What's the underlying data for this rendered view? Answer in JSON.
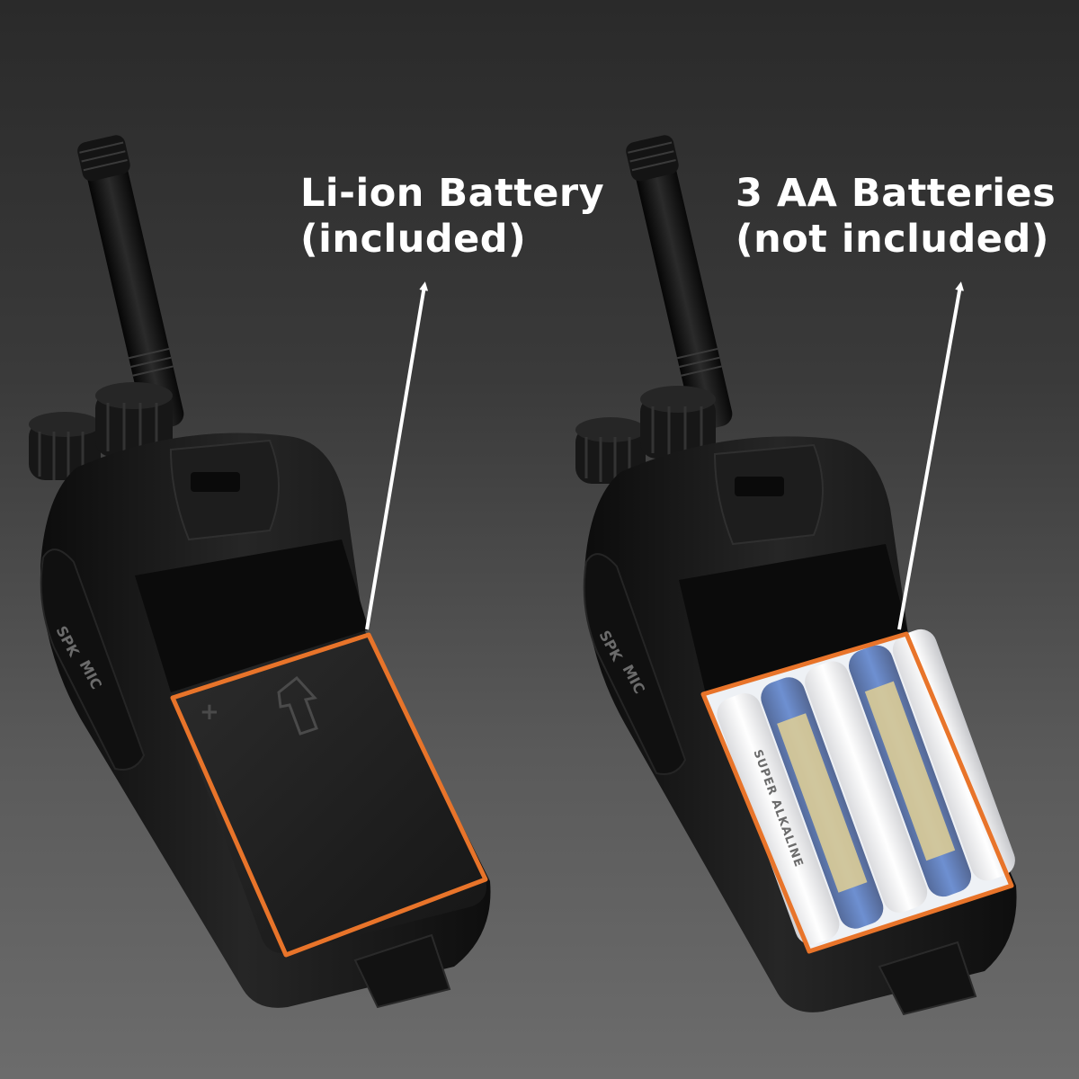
{
  "callouts": {
    "left": {
      "line1": "Li-ion Battery",
      "line2": "(included)"
    },
    "right": {
      "line1": "3 AA Batteries",
      "line2": "(not included)"
    }
  },
  "radio_labels": {
    "speaker": "SPK",
    "microphone": "MIC"
  },
  "battery_print": "SUPER ALKALINE",
  "colors": {
    "highlight": "#e8742a",
    "arrow": "#ffffff",
    "text": "#ffffff",
    "radio_body": "#151515"
  }
}
